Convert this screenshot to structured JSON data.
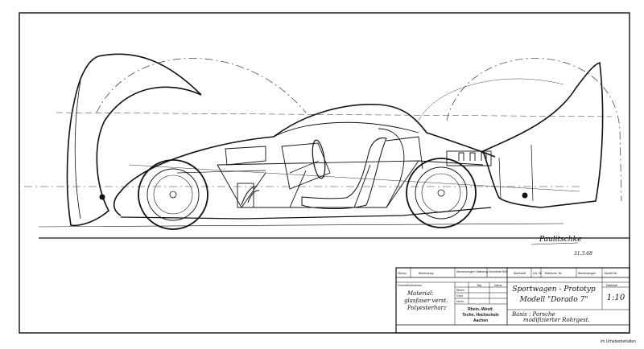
{
  "drawing": {
    "signature": "Paulitschke",
    "date": "31.3.68"
  },
  "title_block": {
    "headers": {
      "stuck": "Stückz.",
      "benennung": "Benennung",
      "abmessungen": "Abmessungen Halbzeug",
      "normblatt": "Normblatt DIN",
      "werkstoff": "Werkstoff",
      "lfd_nr": "Lfd. Nr.",
      "teilzeichn_nr": "Teilzeichn. Nr.",
      "bemerkungen": "Bemerkungen",
      "modell_nr": "Modell Nr."
    },
    "freimass": "Freimaßtoleranzen",
    "tag": "Tag",
    "name": "Name",
    "bearb": "Bearb.",
    "gepr": "Gepr.",
    "norm": "Norm.",
    "massstab_label": "Maßstab",
    "massstab_value": "1:10",
    "material_line1": "Material:",
    "material_line2": "glasfaser verst.",
    "material_line3": "Polyesterharz",
    "school_line1": "Rhein.-Westf.",
    "school_line2": "Techn. Hochschule",
    "school_line3": "Aachen",
    "title_line1": "Sportwagen - Prototyp",
    "title_line2": "Modell \"Dorado 7\"",
    "basis_line1": "Basis : Porsche",
    "basis_line2": "modifizierter Rohrgest."
  },
  "corner_note": "im Urheberbehalten"
}
